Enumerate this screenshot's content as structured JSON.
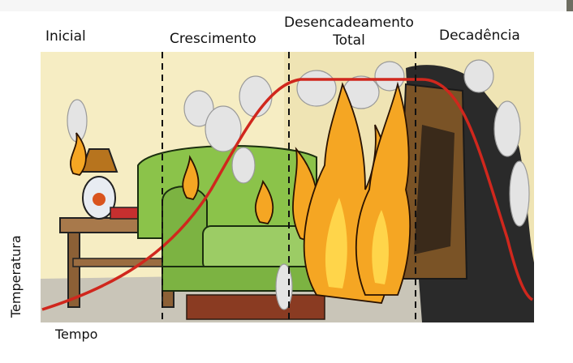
{
  "phases": {
    "initial": "Inicial",
    "growth": "Crescimento",
    "flashover_line1": "Desencadeamento",
    "flashover_line2": "Total",
    "decay": "Decadência"
  },
  "axes": {
    "y_label": "Temperatura",
    "x_label": "Tempo"
  },
  "colors": {
    "curve": "#d0271d",
    "flame": "#f5a623",
    "smoke": "#e6e6e6",
    "sofa": "#8bc34a",
    "wall": "#f7efc4"
  }
}
